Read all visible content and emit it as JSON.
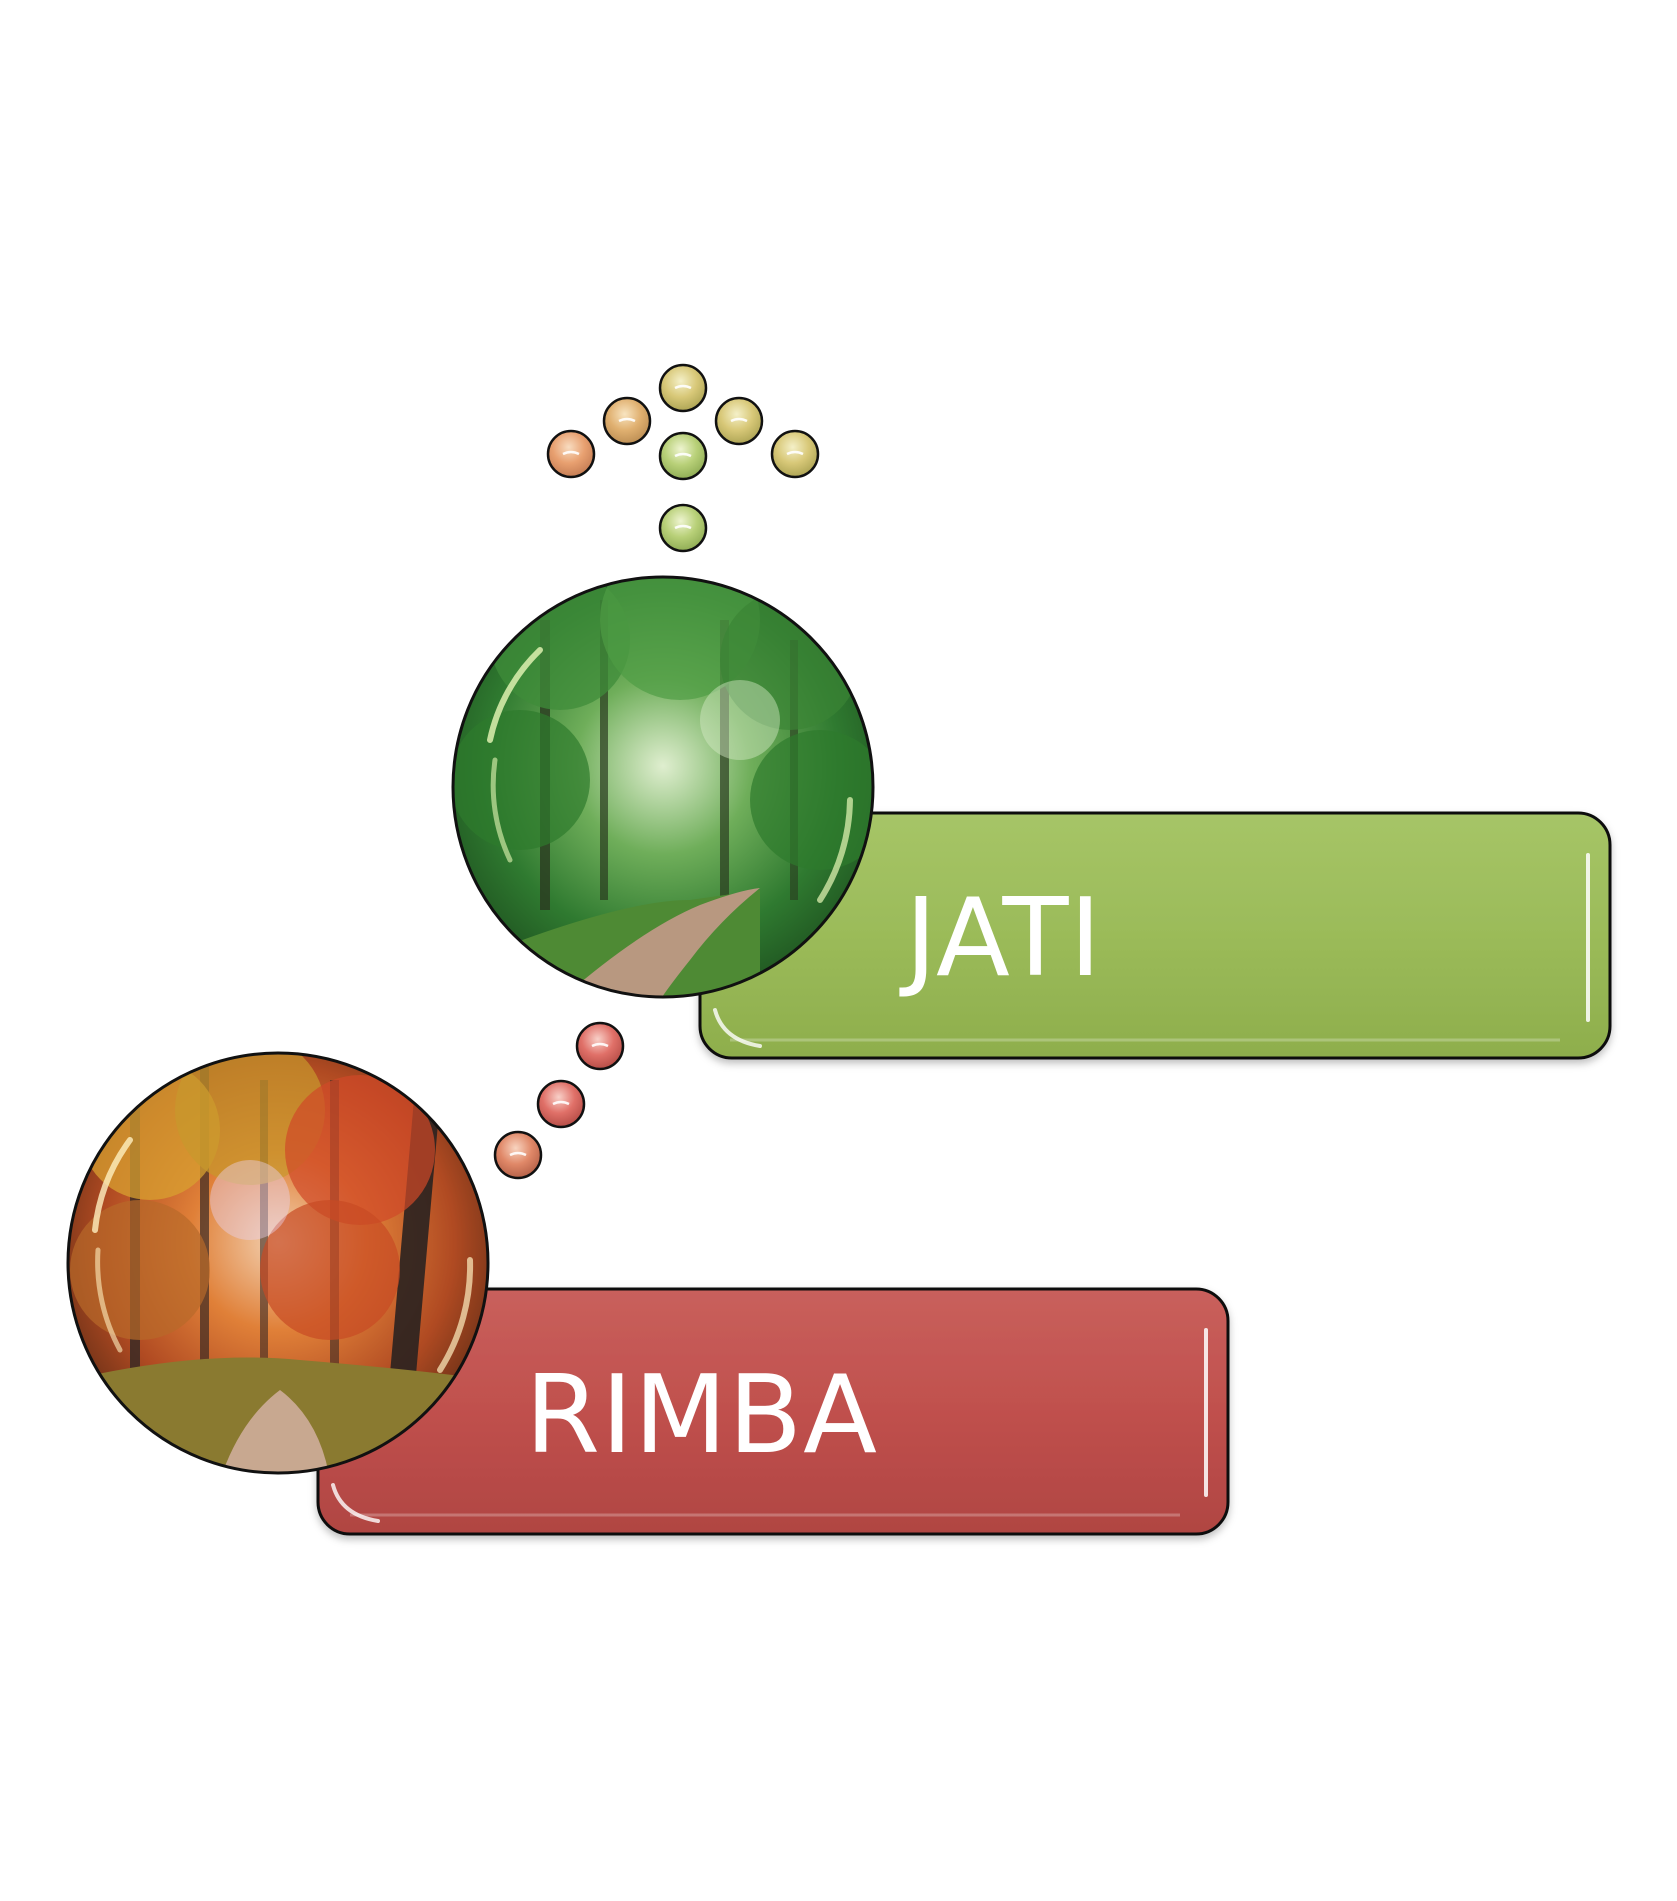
{
  "diagram": {
    "steps": [
      {
        "label": "JATI",
        "color": "#9bbb59",
        "photo": "green-forest-path-photo"
      },
      {
        "label": "RIMBA",
        "color": "#c0504d",
        "photo": "autumn-forest-photo"
      }
    ],
    "connector": "bead-arrow-up",
    "colors": {
      "green": "#9bbb59",
      "red": "#c0504d",
      "bead_orange": "#e8a070",
      "bead_yellow": "#d8c878",
      "bead_green": "#b8d078",
      "bead_red": "#e07068",
      "outline": "#111111"
    }
  }
}
